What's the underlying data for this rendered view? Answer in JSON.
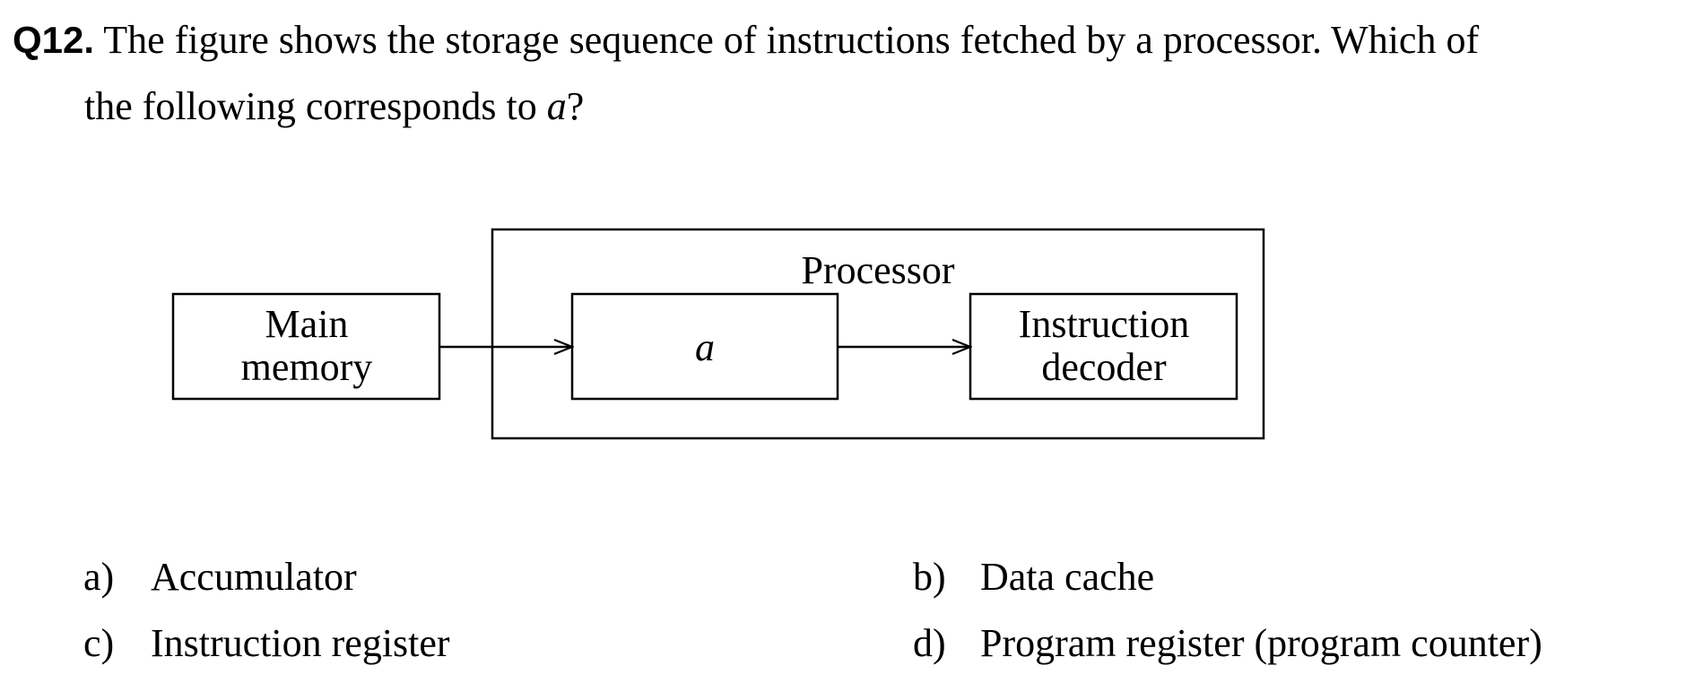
{
  "question": {
    "number": "Q12.",
    "text_line1": "The figure shows the storage sequence of instructions fetched by a processor. Which of",
    "text_line2_pre": "the following corresponds to ",
    "text_line2_var": "a",
    "text_line2_post": "?"
  },
  "diagram": {
    "main_memory_line1": "Main",
    "main_memory_line2": "memory",
    "processor_label": "Processor",
    "unknown_box_label": "a",
    "decoder_line1": "Instruction",
    "decoder_line2": "decoder"
  },
  "options": [
    {
      "letter": "a)",
      "text": "Accumulator"
    },
    {
      "letter": "b)",
      "text": "Data cache"
    },
    {
      "letter": "c)",
      "text": "Instruction register"
    },
    {
      "letter": "d)",
      "text": "Program register (program counter)"
    }
  ]
}
